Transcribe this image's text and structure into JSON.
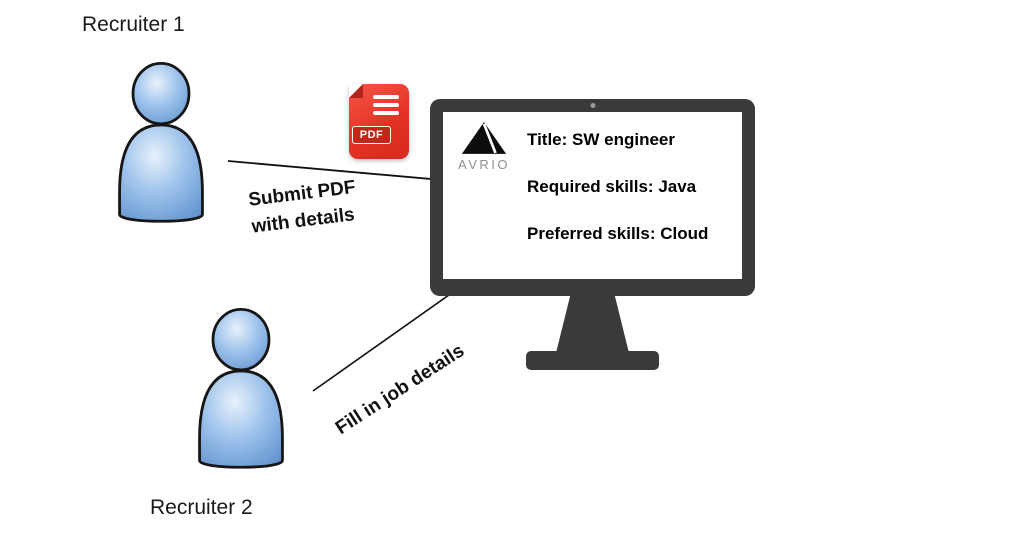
{
  "diagram": {
    "recruiter1_label": "Recruiter 1",
    "recruiter2_label": "Recruiter 2",
    "pdf_icon_label": "PDF",
    "submit_arrow_label_line1": "Submit PDF",
    "submit_arrow_label_line2": "with details",
    "fill_arrow_label": "Fill in job details",
    "monitor": {
      "logo_text": "AVRIO",
      "screen_lines": [
        "Title: SW engineer",
        "Required skills: Java",
        "Preferred skills: Cloud"
      ]
    },
    "colors": {
      "person_blue": "#9ec3ec",
      "pdf_red": "#e43325",
      "monitor_frame": "#3a3a3c",
      "arrow_black": "#111111",
      "logo_gray": "#8f8f8f"
    }
  }
}
